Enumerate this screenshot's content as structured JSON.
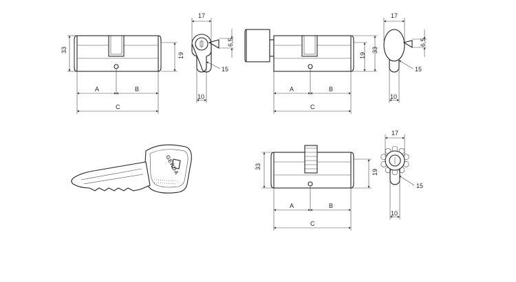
{
  "labels": {
    "a": "A",
    "b": "B",
    "c": "C",
    "height_33": "33",
    "height_19": "19",
    "width_17": "17",
    "depth_6_5": "6,5",
    "radius_15": "15",
    "width_10": "10"
  },
  "key": {
    "brand": "GERDA"
  }
}
